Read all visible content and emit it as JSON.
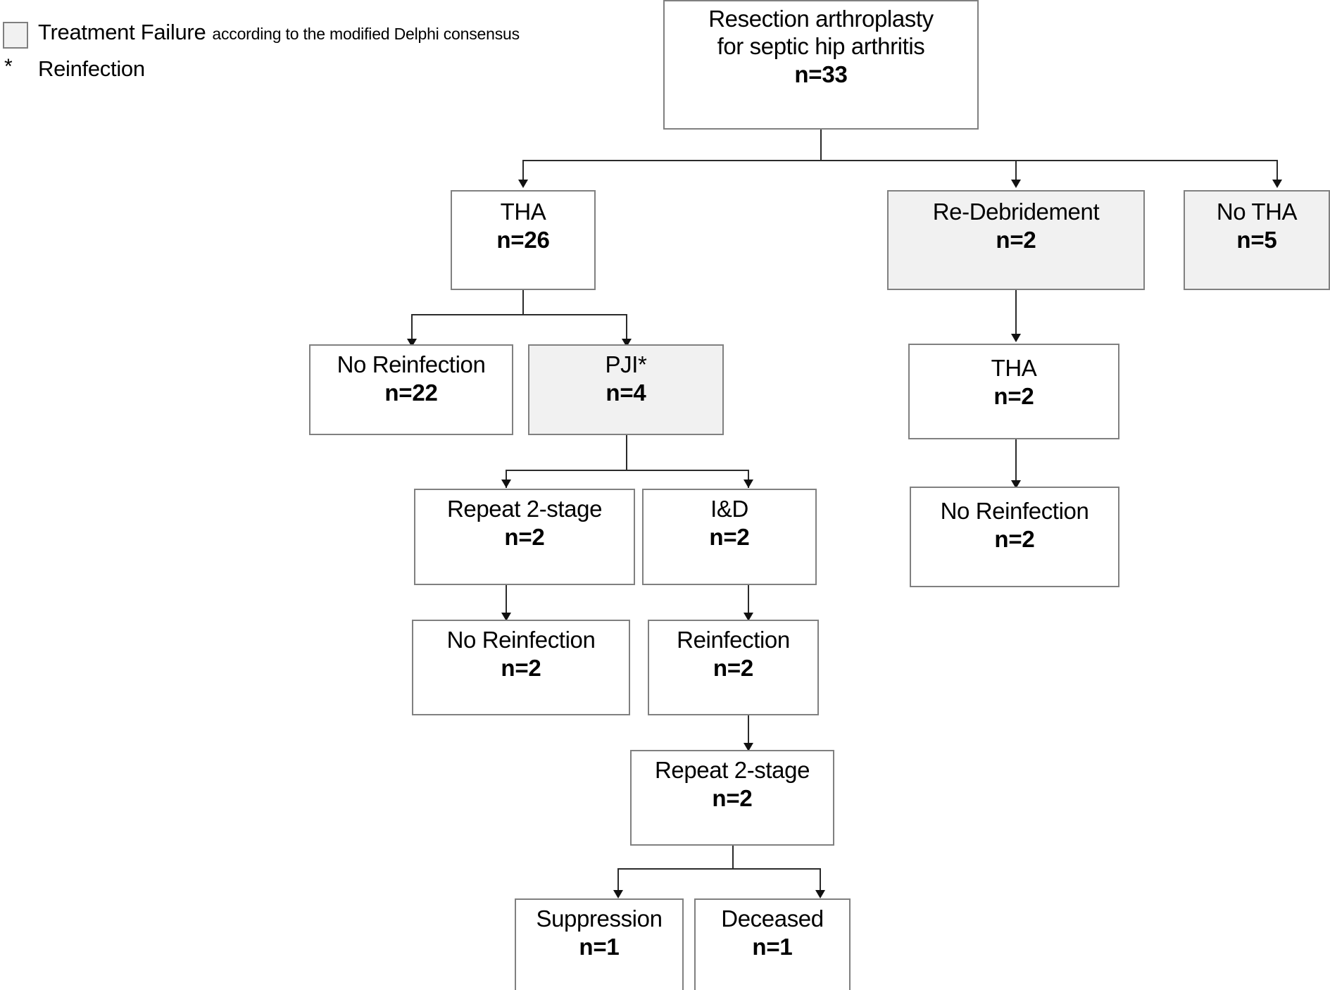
{
  "legend": {
    "swatch_color": "#f1f1f1",
    "swatch_border": "#7f7f7f",
    "treatment_failure_label": "Treatment Failure",
    "treatment_failure_note": "according to the modified Delphi consensus",
    "asterisk_symbol": "*",
    "asterisk_label": "Reinfection"
  },
  "colors": {
    "node_border": "#808080",
    "node_fill_white": "#ffffff",
    "node_fill_gray": "#f1f1f1",
    "connector": "#2b2b2b",
    "text": "#000000"
  },
  "chart_data": {
    "type": "diagram",
    "title": "Resection arthroplasty for septic hip arthritis treatment flowchart",
    "nodes": [
      {
        "id": "root",
        "label": "Resection arthroplasty\nfor septic hip arthritis",
        "count": "n=33",
        "highlight": false
      },
      {
        "id": "tha26",
        "label": "THA",
        "count": "n=26",
        "highlight": false
      },
      {
        "id": "redebridement",
        "label": "Re-Debridement",
        "count": "n=2",
        "highlight": true
      },
      {
        "id": "notha",
        "label": "No THA",
        "count": "n=5",
        "highlight": true
      },
      {
        "id": "noreinf22",
        "label": "No Reinfection",
        "count": "n=22",
        "highlight": false
      },
      {
        "id": "pji4",
        "label": "PJI*",
        "count": "n=4",
        "highlight": true
      },
      {
        "id": "tha2",
        "label": "THA",
        "count": "n=2",
        "highlight": false
      },
      {
        "id": "noreinf2right",
        "label": "No Reinfection",
        "count": "n=2",
        "highlight": false
      },
      {
        "id": "repeat2stage_a",
        "label": "Repeat 2-stage",
        "count": "n=2",
        "highlight": false
      },
      {
        "id": "ind2",
        "label": "I&D",
        "count": "n=2",
        "highlight": false
      },
      {
        "id": "noreinf2left",
        "label": "No Reinfection",
        "count": "n=2",
        "highlight": false
      },
      {
        "id": "reinf2",
        "label": "Reinfection",
        "count": "n=2",
        "highlight": false
      },
      {
        "id": "repeat2stage_b",
        "label": "Repeat 2-stage",
        "count": "n=2",
        "highlight": false
      },
      {
        "id": "suppression1",
        "label": "Suppression",
        "count": "n=1",
        "highlight": false
      },
      {
        "id": "deceased1",
        "label": "Deceased",
        "count": "n=1",
        "highlight": false
      }
    ],
    "edges": [
      {
        "from": "root",
        "to": "tha26"
      },
      {
        "from": "root",
        "to": "redebridement"
      },
      {
        "from": "root",
        "to": "notha"
      },
      {
        "from": "tha26",
        "to": "noreinf22"
      },
      {
        "from": "tha26",
        "to": "pji4"
      },
      {
        "from": "redebridement",
        "to": "tha2"
      },
      {
        "from": "tha2",
        "to": "noreinf2right"
      },
      {
        "from": "pji4",
        "to": "repeat2stage_a"
      },
      {
        "from": "pji4",
        "to": "ind2"
      },
      {
        "from": "repeat2stage_a",
        "to": "noreinf2left"
      },
      {
        "from": "ind2",
        "to": "reinf2"
      },
      {
        "from": "reinf2",
        "to": "repeat2stage_b"
      },
      {
        "from": "repeat2stage_b",
        "to": "suppression1"
      },
      {
        "from": "repeat2stage_b",
        "to": "deceased1"
      }
    ]
  }
}
